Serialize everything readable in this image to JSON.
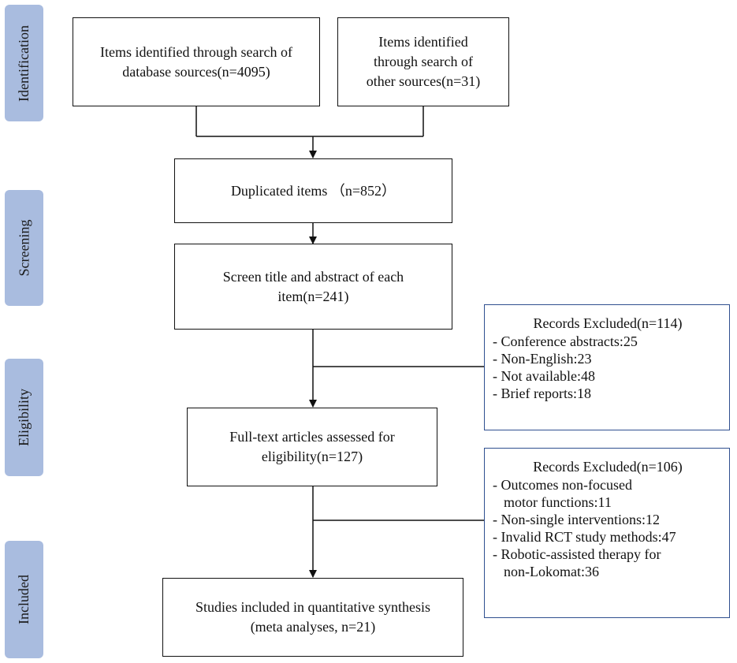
{
  "phases": [
    {
      "label": "Identification"
    },
    {
      "label": "Screening"
    },
    {
      "label": "Eligibility"
    },
    {
      "label": "Included"
    }
  ],
  "boxes": {
    "database": "Items identified through search of\ndatabase sources(n=4095)",
    "other": "Items identified\nthrough search of\nother sources(n=31)",
    "duplicated": "Duplicated items （n=852）",
    "screen": "Screen title and abstract of each\nitem(n=241)",
    "fulltext": "Full-text articles assessed for\neligibility(n=127)",
    "included": "Studies included in quantitative synthesis\n(meta analyses, n=21)"
  },
  "exclusions": [
    {
      "title": "Records Excluded(n=114)",
      "items": [
        "- Conference abstracts:25",
        "- Non-English:23",
        "- Not available:48",
        "- Brief reports:18"
      ]
    },
    {
      "title": "Records Excluded(n=106)",
      "items": [
        "- Outcomes non-focused\nmotor functions:11",
        "- Non-single interventions:12",
        "- Invalid RCT study methods:47",
        "- Robotic-assisted therapy for\nnon-Lokomat:36"
      ]
    }
  ],
  "colors": {
    "phase_fill": "#a9bcdf",
    "box_border": "#111111",
    "exclusion_border": "#2f4f8f"
  }
}
